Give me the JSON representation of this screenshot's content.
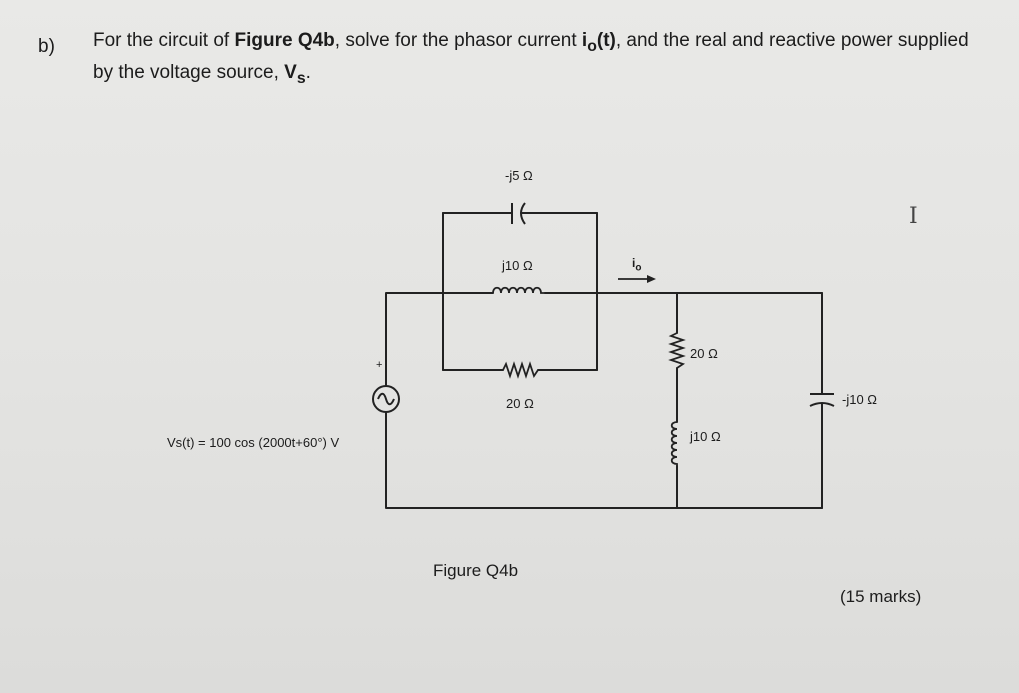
{
  "question": {
    "label": "b)",
    "text_1": "For the circuit of ",
    "figure_ref": "Figure Q4b",
    "text_2": ", solve for the phasor current ",
    "current_symbol": "i",
    "current_sub": "o",
    "current_tail": "(t)",
    "text_3": ", and the real and reactive power supplied by the voltage source, ",
    "source_symbol": "V",
    "source_sub": "s",
    "text_4": "."
  },
  "circuit": {
    "capacitor_top_label": "-j5 Ω",
    "inductor_top_label": "j10 Ω",
    "resistor_mid_label": "20 Ω",
    "current_label": "i",
    "current_label_sub": "o",
    "resistor_right_label": "20 Ω",
    "inductor_right_label": "j10 Ω",
    "capacitor_right_label": "-j10 Ω",
    "source_label": "Vs(t) = 100 cos (2000t+60°) V",
    "source_polarity": "+"
  },
  "figure_caption": "Figure Q4b",
  "marks": "(15 marks)",
  "cursor_icon": "text-cursor-icon"
}
